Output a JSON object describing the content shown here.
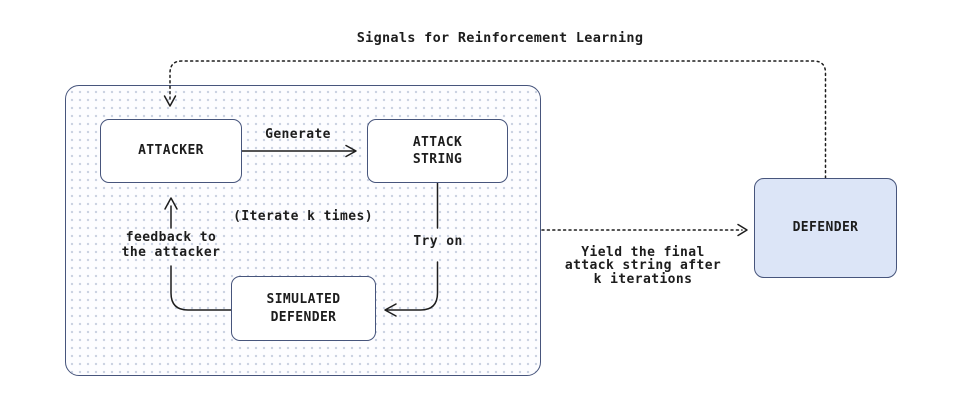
{
  "title": "Signals for Reinforcement Learning",
  "nodes": {
    "attacker": {
      "label": "ATTACKER"
    },
    "attack_string": {
      "label": "ATTACK\nSTRING"
    },
    "simulated_defender": {
      "label": "SIMULATED\nDEFENDER"
    },
    "defender": {
      "label": "DEFENDER"
    }
  },
  "edges": {
    "generate": {
      "label": "Generate"
    },
    "iterate_note": {
      "label": "(Iterate k times)"
    },
    "try_on": {
      "label": "Try on"
    },
    "feedback": {
      "label": "feedback to\nthe attacker"
    },
    "yield_final": {
      "label": "Yield the final\nattack string after\nk iterations"
    }
  },
  "colors": {
    "stroke": "#1d1d1d",
    "box-border": "#47557c",
    "defender-fill": "#dce5f7",
    "pattern-dot": "#ccd3e2",
    "canvas": "#ffffff"
  }
}
